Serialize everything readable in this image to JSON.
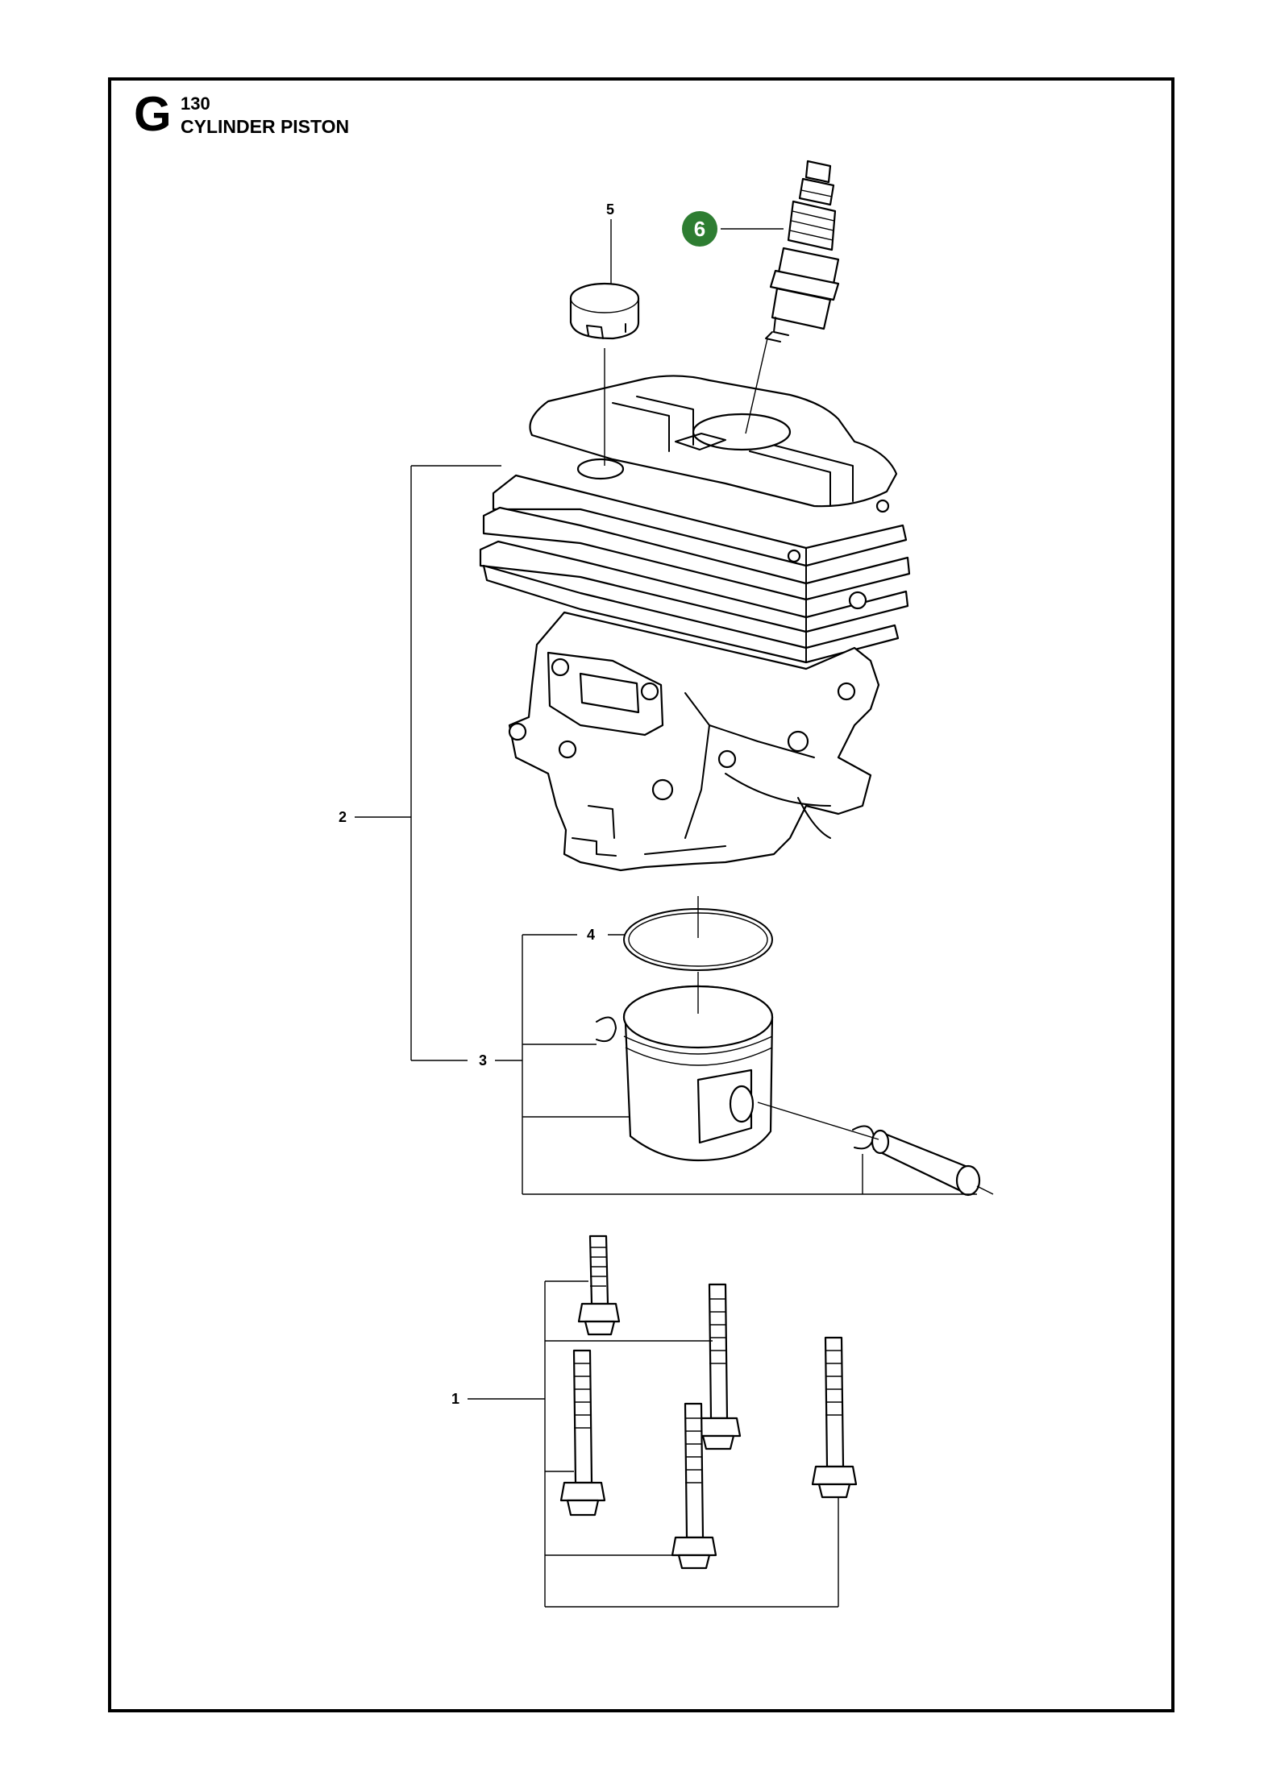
{
  "section": {
    "letter": "G",
    "number": "130",
    "title": "CYLINDER PISTON"
  },
  "callouts": [
    {
      "id": "1",
      "label": "1",
      "highlighted": false
    },
    {
      "id": "2",
      "label": "2",
      "highlighted": false
    },
    {
      "id": "3",
      "label": "3",
      "highlighted": false
    },
    {
      "id": "4",
      "label": "4",
      "highlighted": false
    },
    {
      "id": "5",
      "label": "5",
      "highlighted": false
    },
    {
      "id": "6",
      "label": "6",
      "highlighted": true
    }
  ],
  "colors": {
    "highlight": "#2e7d32",
    "line": "#000000",
    "background": "#ffffff"
  }
}
